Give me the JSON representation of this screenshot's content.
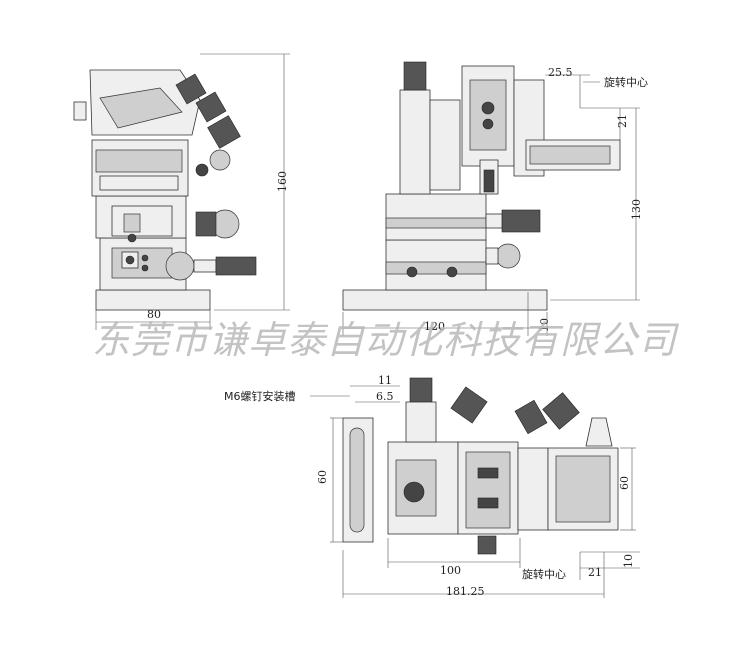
{
  "watermark": "东莞市谦卓泰自动化科技有限公司",
  "front_view": {
    "height_dim": "160",
    "width_dim": "80"
  },
  "side_view": {
    "dim_25_5": "25.5",
    "rotation_center": "旋转中心",
    "dim_21": "21",
    "dim_130": "130",
    "dim_120": "120",
    "dim_10": "10"
  },
  "top_view": {
    "slot_label": "M6螺钉安装槽",
    "dim_11": "11",
    "dim_6_5": "6.5",
    "dim_60_left": "60",
    "dim_60_right": "60",
    "dim_100": "100",
    "rotation_center": "旋转中心",
    "dim_21": "21",
    "dim_10": "10",
    "dim_181_25": "181.25"
  }
}
